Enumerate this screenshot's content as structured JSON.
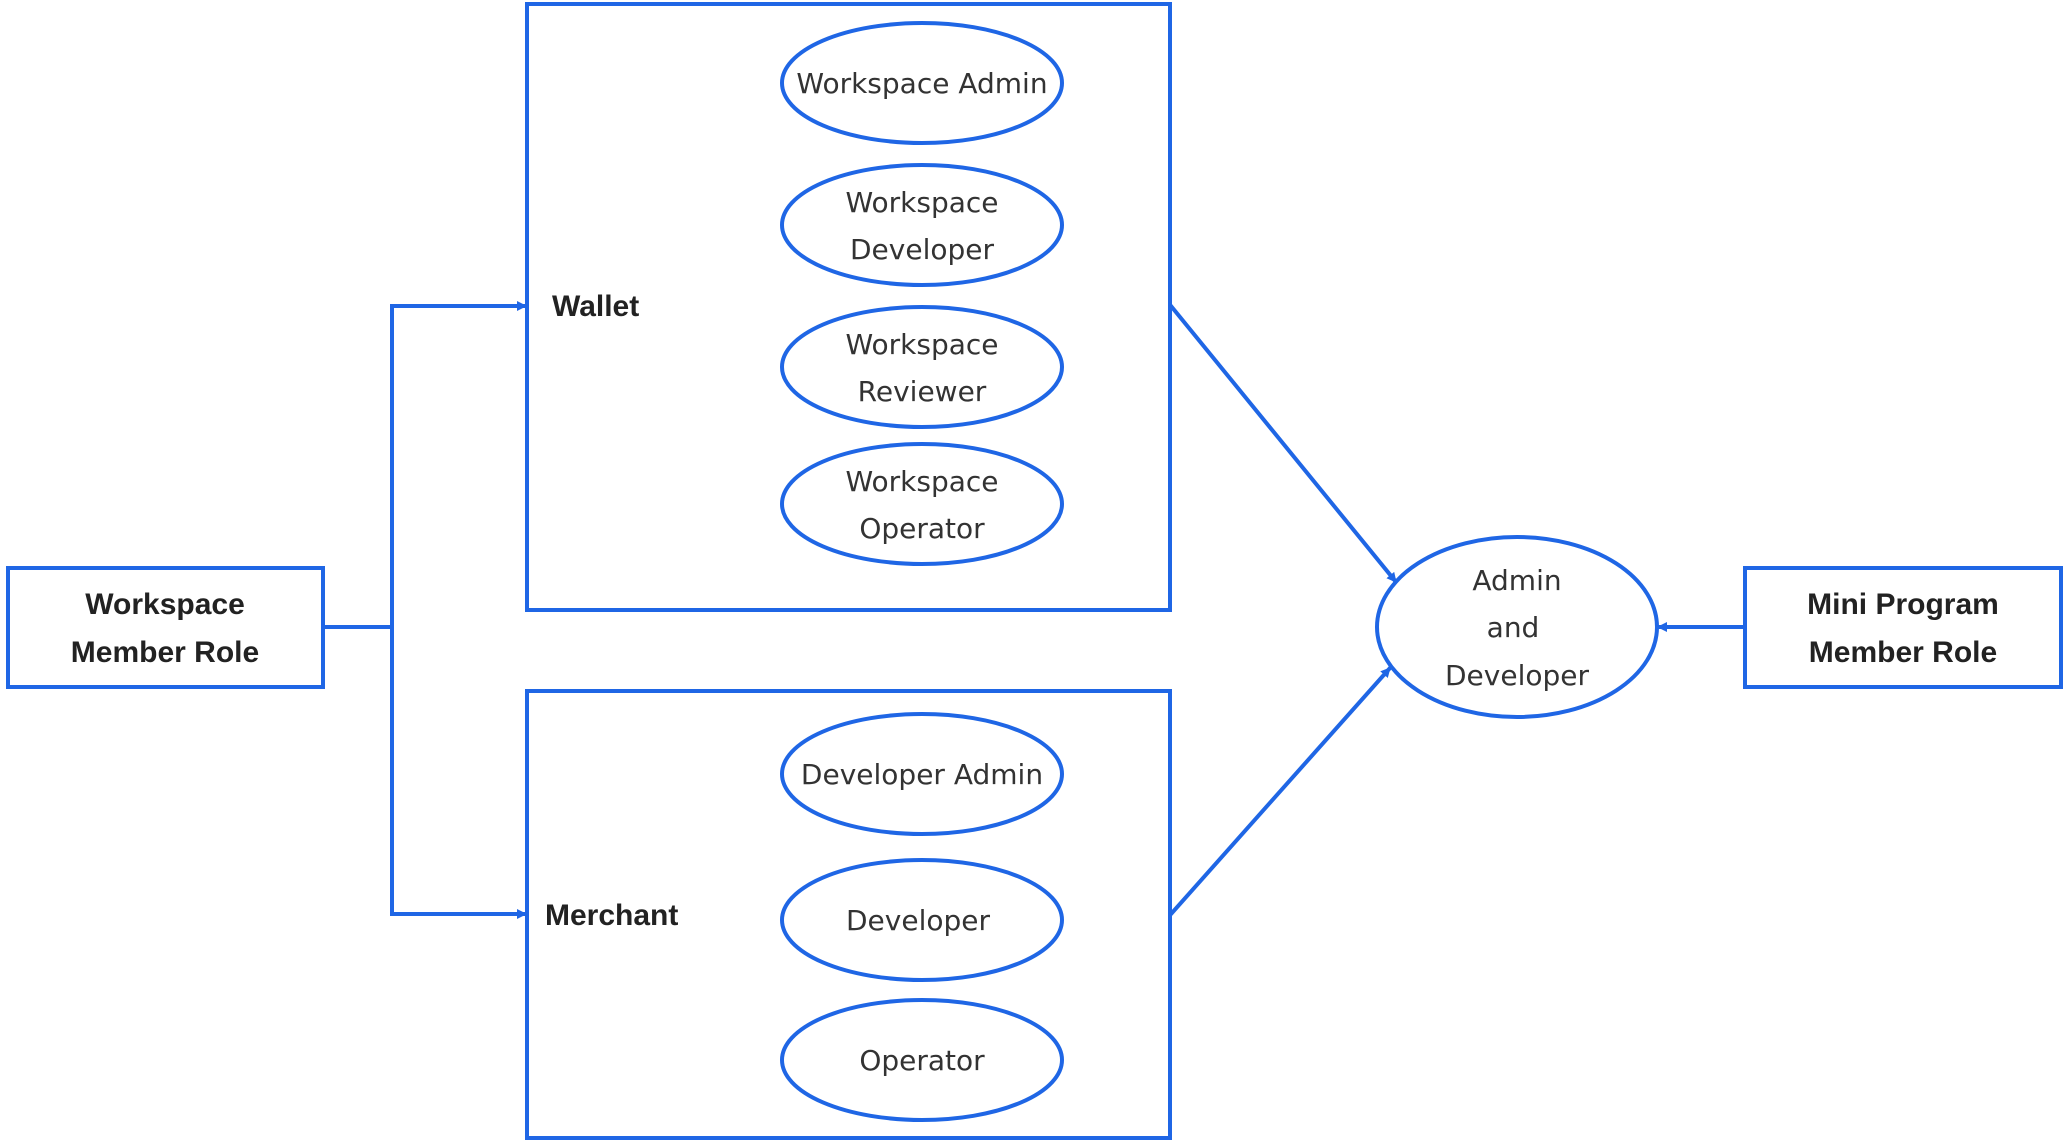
{
  "colors": {
    "stroke": "#1f66e5",
    "text": "#333333",
    "background": "#ffffff"
  },
  "nodes": {
    "workspace_member_role": {
      "lines": [
        "Workspace",
        "Member Role"
      ]
    },
    "mini_program_member_role": {
      "lines": [
        "Mini Program",
        "Member Role"
      ]
    },
    "admin_and_developer": {
      "lines": [
        "Admin",
        "and",
        "Developer"
      ]
    },
    "wallet": {
      "label": "Wallet",
      "roles": [
        {
          "lines": [
            "Workspace Admin"
          ]
        },
        {
          "lines": [
            "Workspace",
            "Developer"
          ]
        },
        {
          "lines": [
            "Workspace",
            "Reviewer"
          ]
        },
        {
          "lines": [
            "Workspace",
            "Operator"
          ]
        }
      ]
    },
    "merchant": {
      "label": "Merchant",
      "roles": [
        {
          "lines": [
            "Developer Admin"
          ]
        },
        {
          "lines": [
            "Developer"
          ]
        },
        {
          "lines": [
            "Operator"
          ]
        }
      ]
    }
  }
}
